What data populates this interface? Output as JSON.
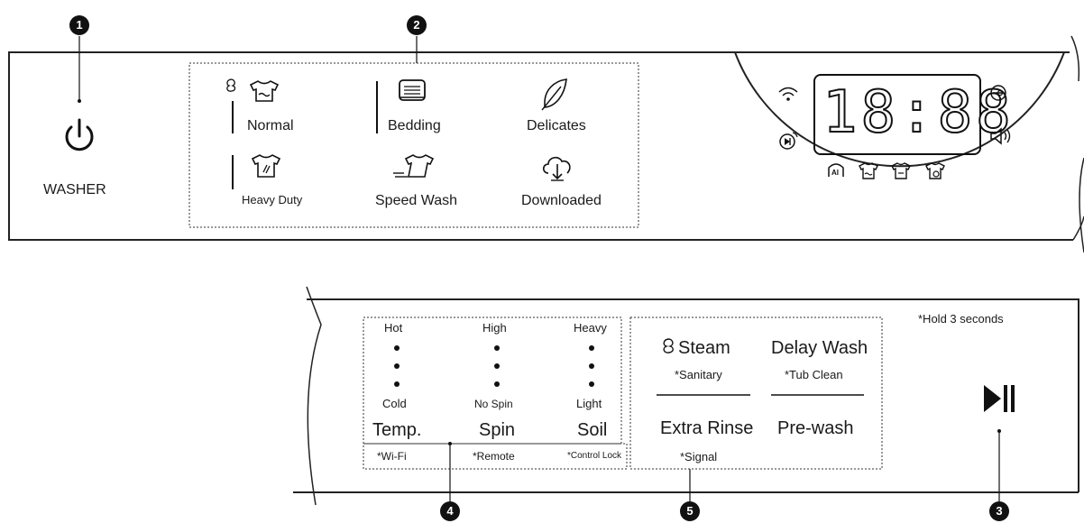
{
  "callouts": [
    "1",
    "2",
    "3",
    "4",
    "5"
  ],
  "washer_label": "WASHER",
  "cycles": {
    "normal": "Normal",
    "bedding": "Bedding",
    "delicates": "Delicates",
    "heavy_duty": "Heavy Duty",
    "speed_wash": "Speed Wash",
    "downloaded": "Downloaded"
  },
  "display_digits": "18:88",
  "options": {
    "temp": {
      "label": "Temp.",
      "top": "Hot",
      "bottom": "Cold"
    },
    "spin": {
      "label": "Spin",
      "top": "High",
      "bottom": "No Spin"
    },
    "soil": {
      "label": "Soil",
      "top": "Heavy",
      "bottom": "Light"
    },
    "steam": {
      "label": "Steam",
      "sub": "*Sanitary"
    },
    "delay_wash": {
      "label": "Delay Wash",
      "sub": "*Tub Clean"
    },
    "extra_rinse": "Extra Rinse",
    "pre_wash": "Pre-wash"
  },
  "hold_labels": {
    "wifi": "*Wi-Fi",
    "remote": "*Remote",
    "control_lock": "*Control Lock",
    "signal": "*Signal"
  },
  "hold_note": "*Hold 3 seconds",
  "icons": [
    "power-icon",
    "steam-icon",
    "normal-shirt-icon",
    "bedding-icon",
    "feather-icon",
    "heavy-duty-shirt-icon",
    "speed-wash-shirt-icon",
    "cloud-download-icon",
    "wifi-icon",
    "remote-icon",
    "lock-icon",
    "speaker-icon",
    "play-pause-icon"
  ]
}
